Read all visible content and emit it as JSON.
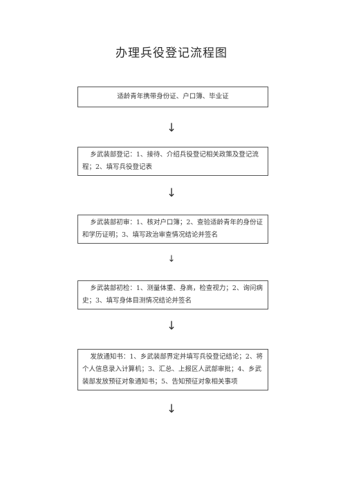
{
  "title": "办理兵役登记流程图",
  "steps": [
    "适龄青年携带身份证、户口簿、毕业证",
    "乡武装部登记：1、接待、介绍兵役登记相关政策及登记流程；2、填写兵役登记表",
    "乡武装部初审：1、核对户口簿；2、查验适龄青年的身份证和学历证明；3、填写政治审查情况结论并签名",
    "乡武装部初检：1、测量体重、身高，检查视力；2、询问病史；3、填写身体目测情况结论并签名",
    "发放通知书：1、乡武装部界定并填写兵役登记结论；2、将个人信息录入计算机；3、汇总、上报区人武部审批；4、乡武装部发放预征对象通知书；5、告知预征对象相关事项"
  ],
  "arrow_icon": "arrow-down-icon"
}
